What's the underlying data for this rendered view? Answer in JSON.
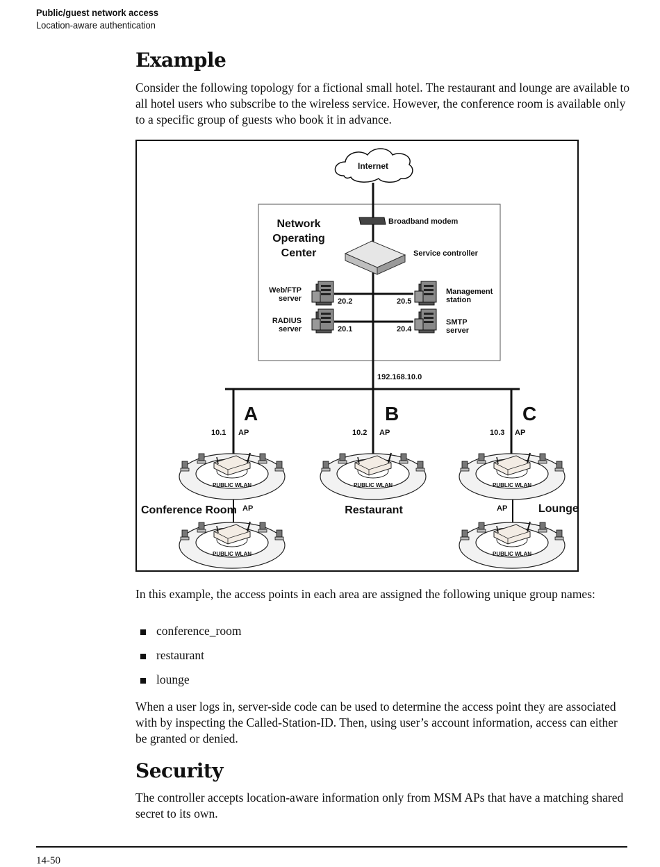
{
  "header": {
    "section": "Public/guest network access",
    "subsection": "Location-aware authentication"
  },
  "example": {
    "heading": "Example",
    "intro": "Consider the following topology for a fictional small hotel. The restaurant and lounge are available to all hotel users who subscribe to the wireless service. However, the conference room is available only to a specific group of guests who book it in advance."
  },
  "diagram": {
    "internet": "Internet",
    "noc_title_1": "Network",
    "noc_title_2": "Operating",
    "noc_title_3": "Center",
    "modem": "Broadband modem",
    "controller": "Service controller",
    "webftp_1": "Web/FTP",
    "webftp_2": "server",
    "webftp_ip": "20.2",
    "mgmt_1": "Management",
    "mgmt_2": "station",
    "mgmt_ip": "20.5",
    "radius_1": "RADIUS",
    "radius_2": "server",
    "radius_ip": "20.1",
    "smtp_1": "SMTP",
    "smtp_2": "server",
    "smtp_ip": "20.4",
    "subnet": "192.168.10.0",
    "zone_a": "A",
    "zone_b": "B",
    "zone_c": "C",
    "ip_a": "10.1",
    "ip_b": "10.2",
    "ip_c": "10.3",
    "ap": "AP",
    "wlan": "PUBLIC WLAN",
    "conference_room": "Conference Room",
    "restaurant": "Restaurant",
    "lounge": "Lounge"
  },
  "groups": {
    "intro": "In this example, the access points in each area are assigned the following unique group names:",
    "items": [
      "conference_room",
      "restaurant",
      "lounge"
    ],
    "after": "When a user logs in, server-side code can be used to determine the access point they are associated with by inspecting the Called-Station-ID. Then, using user’s account information, access can either be granted or denied."
  },
  "security": {
    "heading": "Security",
    "text": "The controller accepts location-aware information only from MSM APs that have a matching shared secret to its own."
  },
  "footer": {
    "page_number": "14-50"
  }
}
